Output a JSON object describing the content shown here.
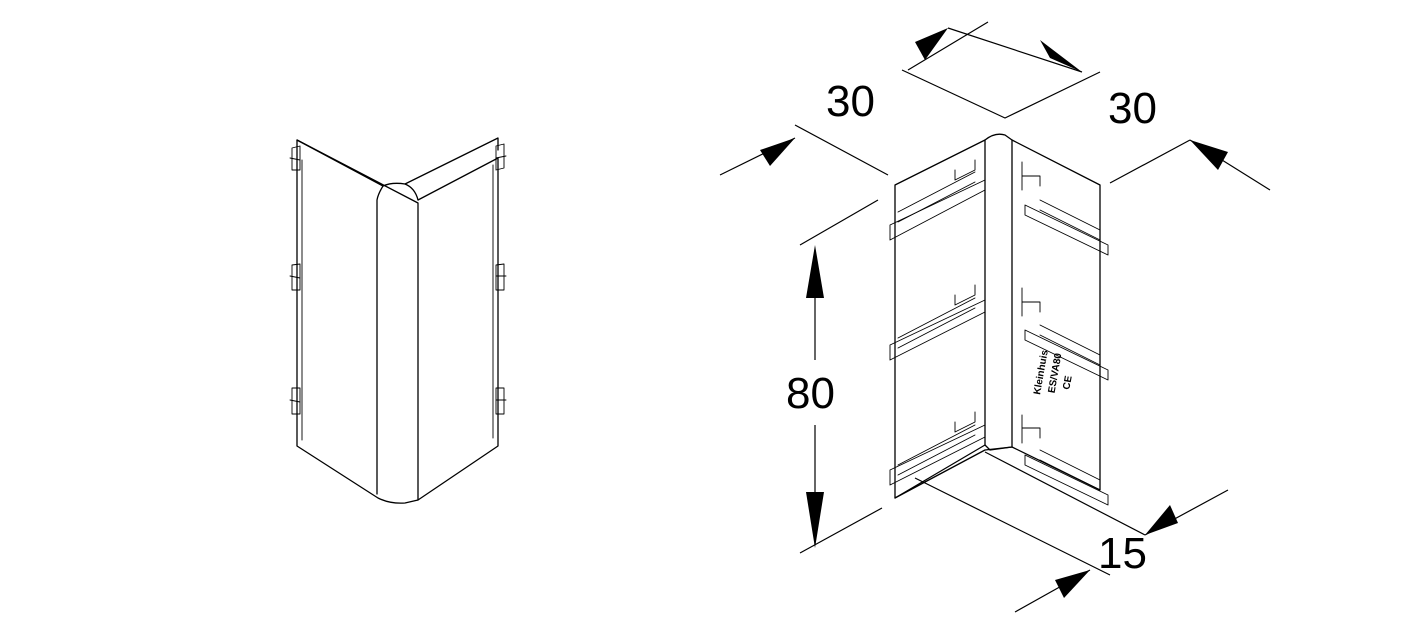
{
  "dimensions": {
    "width_left": "30",
    "width_right": "30",
    "height": "80",
    "depth": "15"
  },
  "markings": {
    "brand": "Kleinhuis",
    "model": "ES/VA80",
    "ce": "CE"
  }
}
